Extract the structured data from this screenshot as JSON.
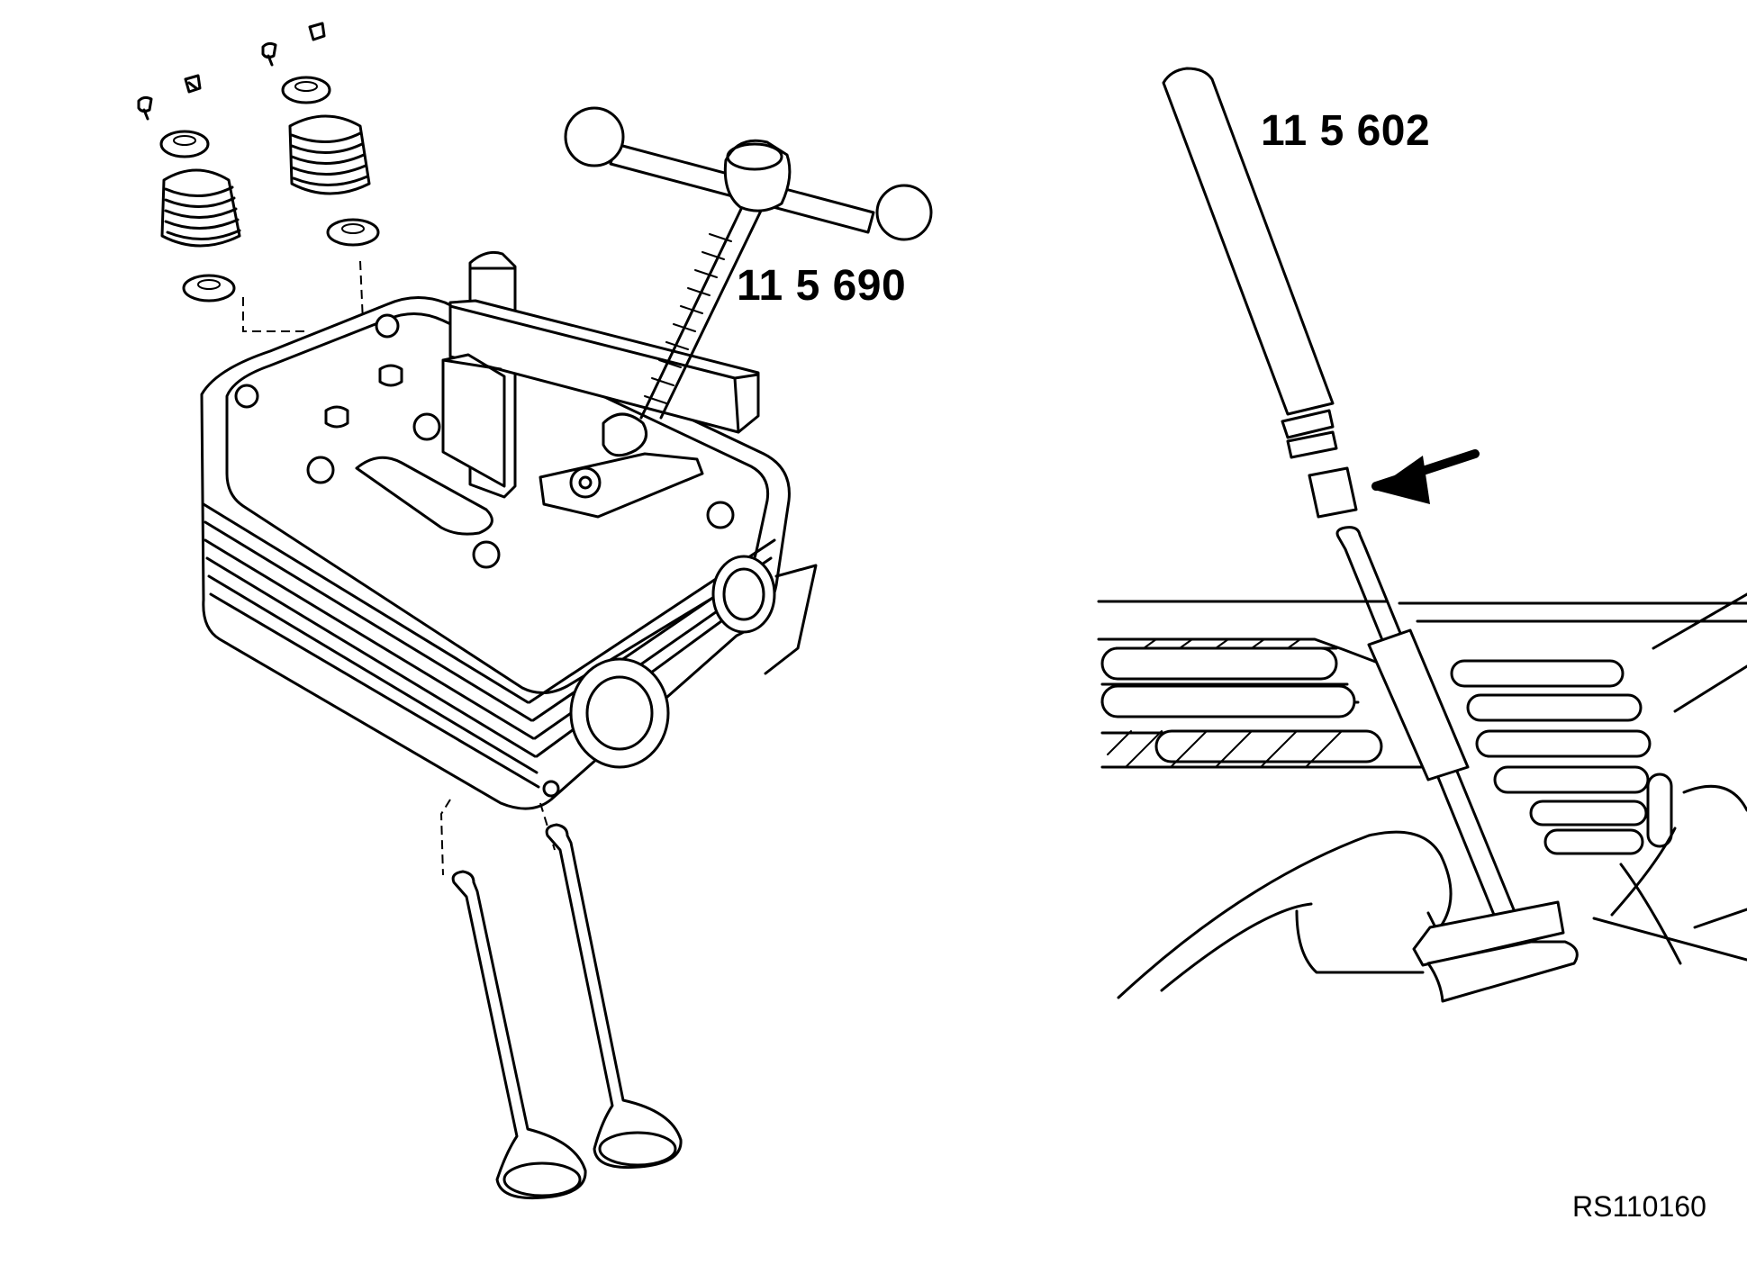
{
  "labels": {
    "tool_compressor": "11 5 690",
    "tool_drift": "11 5 602",
    "figure_ref": "RS110160"
  },
  "colors": {
    "line": "#000000",
    "background": "#ffffff"
  }
}
